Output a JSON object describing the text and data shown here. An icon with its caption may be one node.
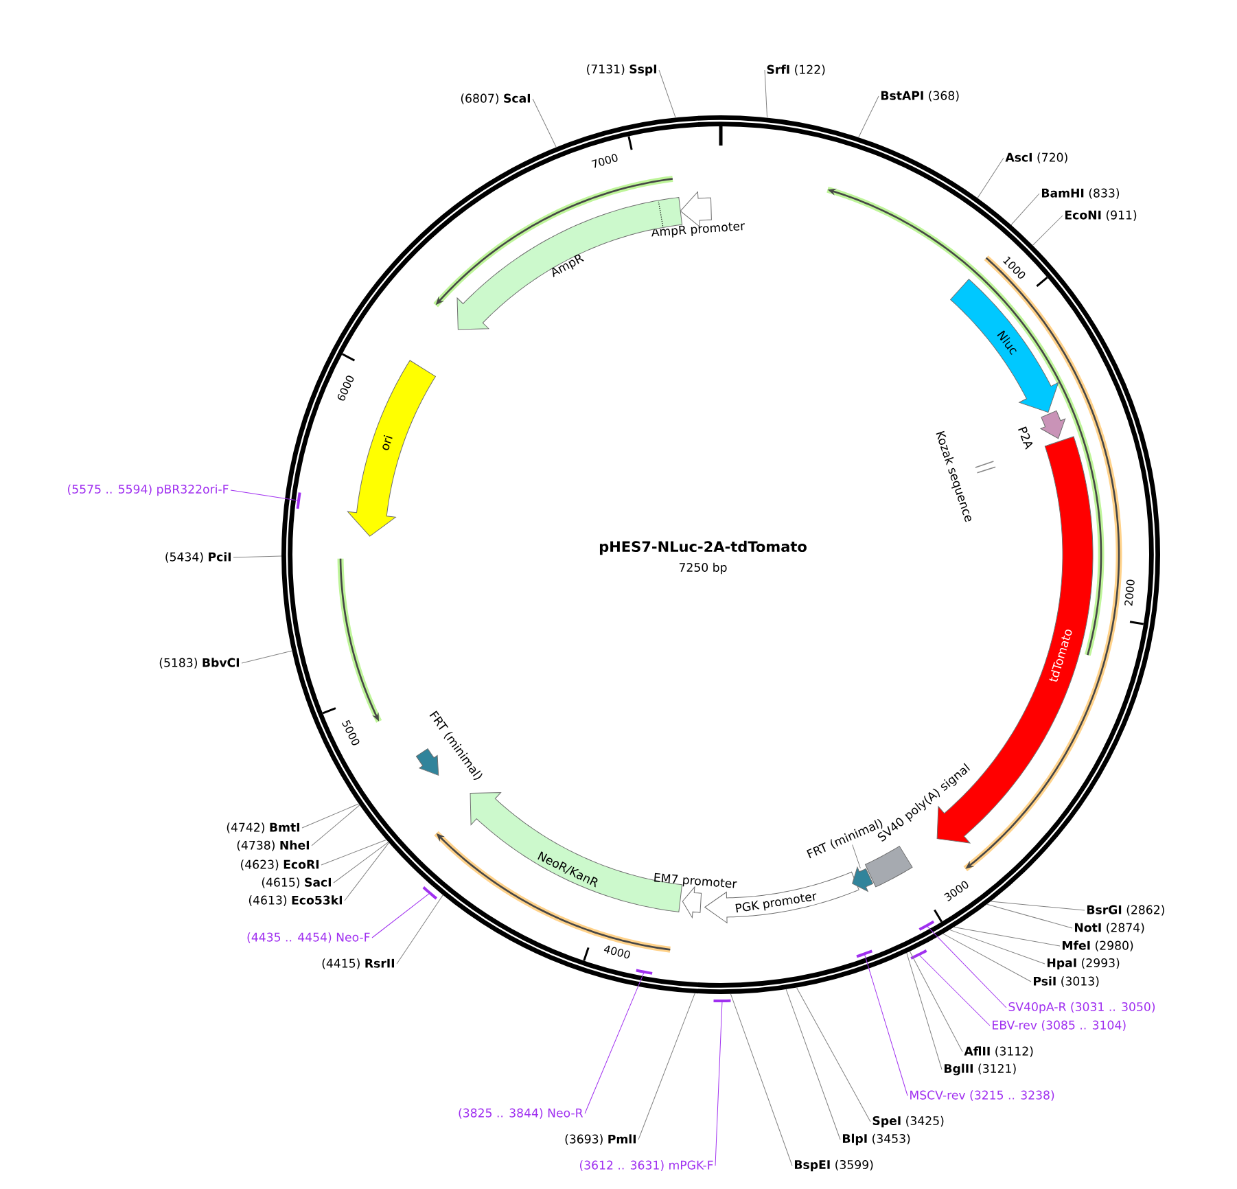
{
  "diagram": {
    "title": "pHES7-NLuc-2A-tdTomato",
    "nodes": [
      {
        "text": [
          "(7131) **SspI**"
        ]
      },
      {
        "text": [
          "**SrfI** (122)"
        ]
      },
      {
        "text": [
          "(6807) **ScaI**"
        ]
      },
      {
        "text": [
          "**BstAPI** (368)"
        ]
      },
      {
        "text": [
          "**AscI** (720)"
        ]
      },
      {
        "text": [
          "**BamHI** (833)"
        ]
      },
      {
        "text": [
          "**EcoNI** (911)"
        ]
      },
      {
        "text": [
          "(5575 .. 5594) pBR322ori-F"
        ]
      },
      {
        "text": [
          "(5434) **PciI**"
        ]
      },
      {
        "text": [
          "(5183) **BbvCI**"
        ]
      },
      {
        "text": [
          "(4742) **BmtI**"
        ]
      },
      {
        "text": [
          "(4738) **NheI**"
        ]
      },
      {
        "text": [
          "(4623) **EcoRI**"
        ]
      },
      {
        "text": [
          "(4615) **SacI**"
        ]
      },
      {
        "text": [
          "(4613) **Eco53kI**"
        ]
      },
      {
        "text": [
          "(4435 .. 4454) Neo-F"
        ]
      },
      {
        "text": [
          "(4415) **RsrII**"
        ]
      },
      {
        "text": [
          "**BsrGI** (2862)"
        ]
      },
      {
        "text": [
          "**NotI** (2874)"
        ]
      },
      {
        "text": [
          "**MfeI** (2980)"
        ]
      },
      {
        "text": [
          "**HpaI** (2993)"
        ]
      },
      {
        "text": [
          "**PsiI** (3013)"
        ]
      },
      {
        "text": [
          "SV40pA-R (3031 .. 3050)"
        ]
      },
      {
        "text": [
          "EBV-rev (3085 .. 3104)"
        ]
      },
      {
        "text": [
          "**AflII** (3112)"
        ]
      },
      {
        "text": [
          "**BglII** (3121)"
        ]
      },
      {
        "text": [
          "MSCV-rev (3215 .. 3238)"
        ]
      },
      {
        "text": [
          "**SpeI** (3425)"
        ]
      },
      {
        "text": [
          "**BlpI** (3453)"
        ]
      },
      {
        "text": [
          "(3825 .. 3844) Neo-R"
        ]
      },
      {
        "text": [
          "(3693) **PmlI**"
        ]
      },
      {
        "text": [
          "(3612 .. 3631) mPGK-F"
        ]
      },
      {
        "text": [
          "**BspEI** (3599)"
        ]
      },
      {
        "text": [
          "AmpR promoter"
        ]
      },
      {
        "text": [
          "AmpR"
        ]
      },
      {
        "text": [
          "Nluc"
        ]
      },
      {
        "text": [
          "P2A"
        ]
      },
      {
        "text": [
          "Kozak sequence"
        ]
      },
      {
        "text": [
          "tdTomato"
        ]
      },
      {
        "text": [
          "ori"
        ]
      },
      {
        "text": [
          "FRT (minimal)"
        ]
      },
      {
        "text": [
          "NeoR/KanR"
        ]
      },
      {
        "text": [
          "EM7 promoter"
        ]
      },
      {
        "text": [
          "PGK promoter"
        ]
      },
      {
        "text": [
          "FRT (minimal)"
        ]
      },
      {
        "text": [
          "SV40 poly(A) signal"
        ]
      }
    ],
    "edges": [
      {
        "from": 0,
        "to": null,
        "arrow": "none"
      },
      {
        "from": 1,
        "to": null,
        "arrow": "none"
      },
      {
        "from": 2,
        "to": null,
        "arrow": "none"
      },
      {
        "from": 3,
        "to": null,
        "arrow": "none"
      },
      {
        "from": 4,
        "to": null,
        "arrow": "none"
      },
      {
        "from": 5,
        "to": null,
        "arrow": "none"
      },
      {
        "from": 6,
        "to": null,
        "arrow": "none"
      },
      {
        "from": 7,
        "to": null,
        "arrow": "none",
        "color": "#a030f0"
      },
      {
        "from": 8,
        "to": null,
        "arrow": "none"
      },
      {
        "from": 9,
        "to": null,
        "arrow": "none"
      },
      {
        "from": 10,
        "to": null,
        "arrow": "none"
      },
      {
        "from": 11,
        "to": null,
        "arrow": "none"
      },
      {
        "from": 12,
        "to": null,
        "arrow": "none"
      },
      {
        "from": 13,
        "to": null,
        "arrow": "none"
      },
      {
        "from": 14,
        "to": null,
        "arrow": "none"
      },
      {
        "from": 15,
        "to": null,
        "arrow": "none",
        "color": "#a030f0"
      },
      {
        "from": 16,
        "to": null,
        "arrow": "none"
      },
      {
        "from": 17,
        "to": null,
        "arrow": "none"
      },
      {
        "from": 18,
        "to": null,
        "arrow": "none"
      },
      {
        "from": 19,
        "to": null,
        "arrow": "none"
      },
      {
        "from": 20,
        "to": null,
        "arrow": "none"
      },
      {
        "from": 21,
        "to": null,
        "arrow": "none"
      },
      {
        "from": 22,
        "to": null,
        "arrow": "none",
        "color": "#a030f0"
      },
      {
        "from": 23,
        "to": null,
        "arrow": "none",
        "color": "#a030f0"
      },
      {
        "from": 24,
        "to": null,
        "arrow": "none"
      },
      {
        "from": 25,
        "to": null,
        "arrow": "none"
      },
      {
        "from": 26,
        "to": null,
        "arrow": "none",
        "color": "#a030f0"
      },
      {
        "from": 27,
        "to": null,
        "arrow": "none"
      },
      {
        "from": 28,
        "to": null,
        "arrow": "none"
      },
      {
        "from": 29,
        "to": null,
        "arrow": "none",
        "color": "#a030f0"
      },
      {
        "from": 30,
        "to": null,
        "arrow": "none"
      },
      {
        "from": 31,
        "to": null,
        "arrow": "none",
        "color": "#a030f0"
      },
      {
        "from": 32,
        "to": null,
        "arrow": "none"
      }
    ],
    "labels": [
      "7250 bp",
      "1000",
      "2000",
      "3000",
      "4000",
      "5000",
      "6000",
      "7000"
    ]
  }
}
